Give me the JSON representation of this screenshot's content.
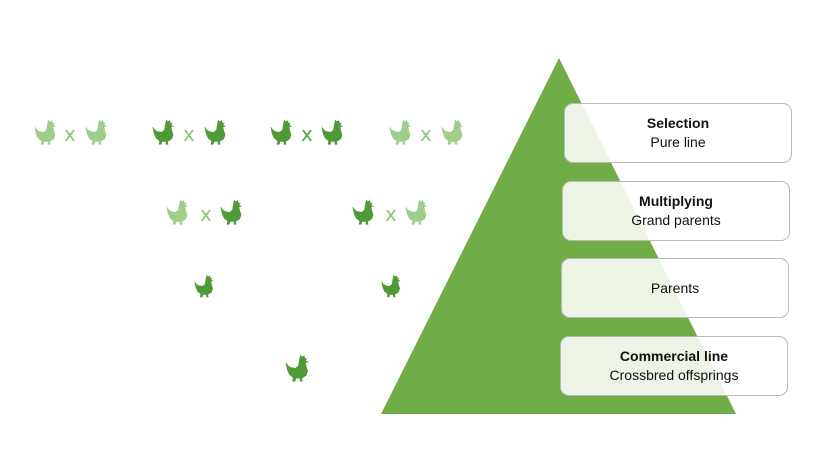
{
  "colors": {
    "pyramid": "#70ad47",
    "hen_light": "#9fcf87",
    "hen_dark": "#4f9a37",
    "x_light": "#8cc57a",
    "x_dark": "#5ea043"
  },
  "icons": {
    "hen": "hen-icon",
    "cross": "cross-x"
  },
  "cross_symbol": "x",
  "pyramid_levels": [
    {
      "title": "Selection",
      "subtitle": "Pure line"
    },
    {
      "title": "Multiplying",
      "subtitle": "Grand parents"
    },
    {
      "title": "",
      "subtitle": "Parents"
    },
    {
      "title": "Commercial line",
      "subtitle": "Crossbred offsprings"
    }
  ]
}
